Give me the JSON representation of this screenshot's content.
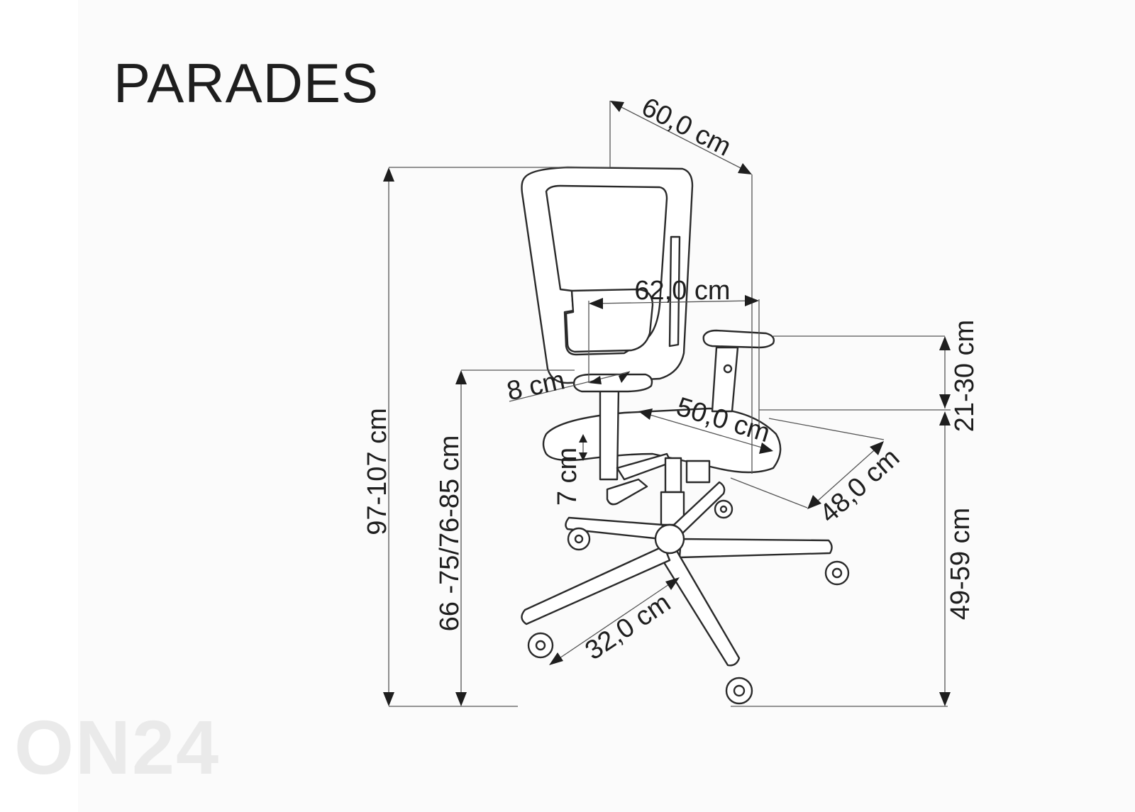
{
  "title": "PARADES",
  "watermark": "ON24",
  "dimensions": {
    "total_height": "97-107 cm",
    "armrest_height": "66 -75/76-85 cm",
    "depth_top": "60,0 cm",
    "width": "62,0 cm",
    "armrest_adjust": "21-30 cm",
    "armrest_width": "8 cm",
    "seat_width": "50,0 cm",
    "seat_depth": "48,0 cm",
    "seat_height": "49-59 cm",
    "lumbar": "7 cm",
    "base_radius": "32,0 cm"
  },
  "colors": {
    "line": "#2a2a2a",
    "text": "#1e1e1e",
    "background": "#fbfbfb"
  }
}
